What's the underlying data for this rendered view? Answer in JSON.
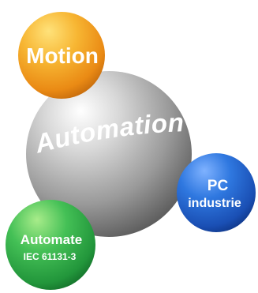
{
  "diagram": {
    "center": {
      "label": "Automation"
    },
    "satellites": [
      {
        "id": "motion",
        "lines": [
          "Motion"
        ],
        "color": "#f29a1c"
      },
      {
        "id": "pc-industrie",
        "lines": [
          "PC",
          "industrie"
        ],
        "color": "#1f5fc4"
      },
      {
        "id": "automate",
        "lines": [
          "Automate",
          "IEC 61131-3"
        ],
        "color": "#2ea84a"
      }
    ],
    "colors": {
      "center_sphere": "#9a9a9a",
      "text": "#ffffff"
    }
  }
}
